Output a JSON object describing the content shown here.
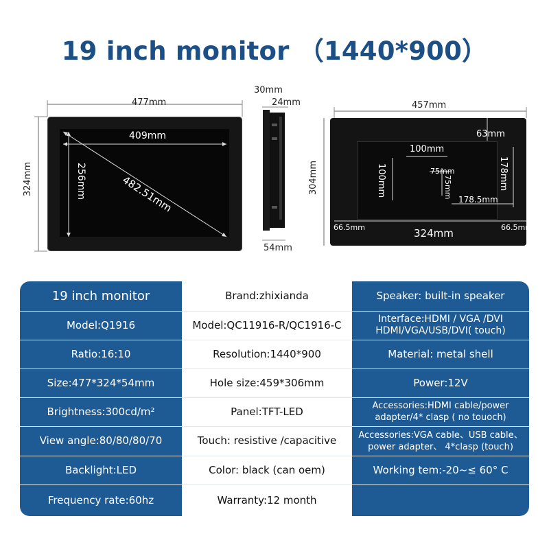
{
  "title": "19 inch monitor （1440*900）",
  "front": {
    "width": "477mm",
    "height": "324mm",
    "screen_width": "409mm",
    "screen_height": "256mm",
    "diagonal": "482.51mm"
  },
  "side": {
    "depth_top": "30mm",
    "depth_mid": "24mm",
    "depth_bottom": "54mm"
  },
  "back": {
    "width": "457mm",
    "height": "304mm",
    "top_offset": "63mm",
    "vesa_h": "100mm",
    "vesa_v": "100mm",
    "vesa_small_h": "75mm",
    "vesa_small_v": "75mm",
    "right_height": "178mm",
    "right_width": "178.5mm",
    "left_margin": "66.5mm",
    "right_margin": "66.5mm",
    "bottom_width": "324mm"
  },
  "specs": {
    "left": [
      "19 inch monitor",
      "Model:Q1916",
      "Ratio:16:10",
      "Size:477*324*54mm",
      "Brightness:300cd/m²",
      "View angle:80/80/80/70",
      "Backlight:LED",
      "Frequency rate:60hz"
    ],
    "middle": [
      "Brand:zhixianda",
      "Model:QC11916-R/QC1916-C",
      "Resolution:1440*900",
      "Hole size:459*306mm",
      "Panel:TFT-LED",
      "Touch: resistive /capacitive",
      "Color: black (can oem)",
      "Warranty:12 month"
    ],
    "right": [
      "Speaker: built-in speaker",
      "Interface:HDMI / VGA /DVI\nHDMI/VGA/USB/DVI( touch)",
      "Material: metal shell",
      "Power:12V",
      "Accessories:HDMI cable/power adapter/4* clasp ( no touoch)",
      "Accessories:VGA cable、USB cable、power adapter、 4*clasp (touch)",
      "Working tem:-20~≤ 60° C",
      ""
    ]
  },
  "colors": {
    "accent": "#1e5a94",
    "title": "#1c4f86"
  }
}
